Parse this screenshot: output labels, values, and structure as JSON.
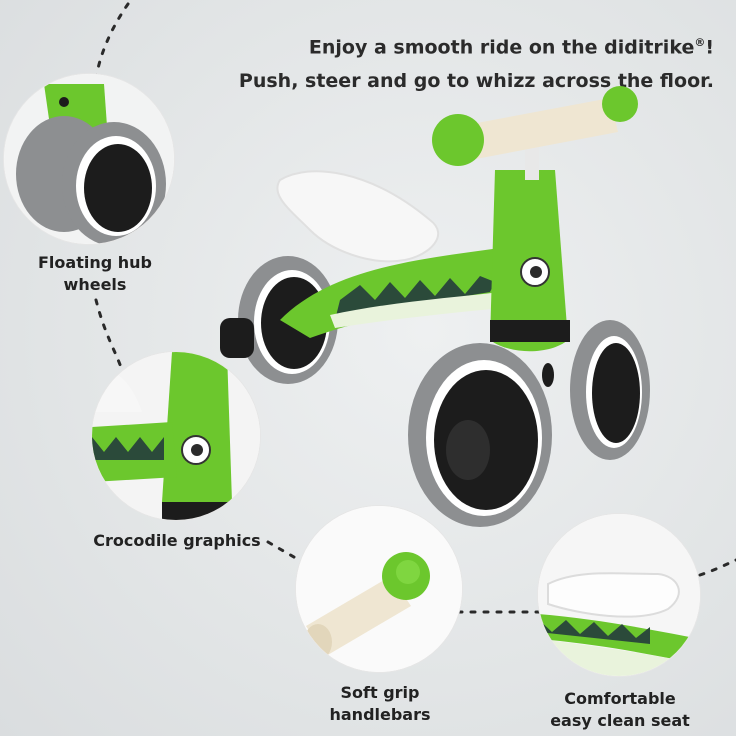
{
  "headline": {
    "line1": "Enjoy a smooth ride on the diditrike",
    "reg": "®",
    "line1_end": "!",
    "line2": "Push, steer and go to whizz across the floor."
  },
  "features": [
    {
      "label_line1": "Floating hub",
      "label_line2": "wheels",
      "icon": "wheel-closeup"
    },
    {
      "label_line1": "Crocodile graphics",
      "label_line2": "",
      "icon": "crocodile-eye-closeup"
    },
    {
      "label_line1": "Soft grip",
      "label_line2": "handlebars",
      "icon": "handlebar-grip-closeup"
    },
    {
      "label_line1": "Comfortable",
      "label_line2": "easy clean seat",
      "icon": "seat-closeup"
    }
  ],
  "colors": {
    "green": "#6cc72d",
    "dark_green": "#3f8f1e",
    "seat_white": "#f7f7f7",
    "grip_cream": "#efe6d2",
    "tyre_gray": "#8d8f91",
    "hub_black": "#1c1c1c",
    "text": "#2b2b2b"
  }
}
